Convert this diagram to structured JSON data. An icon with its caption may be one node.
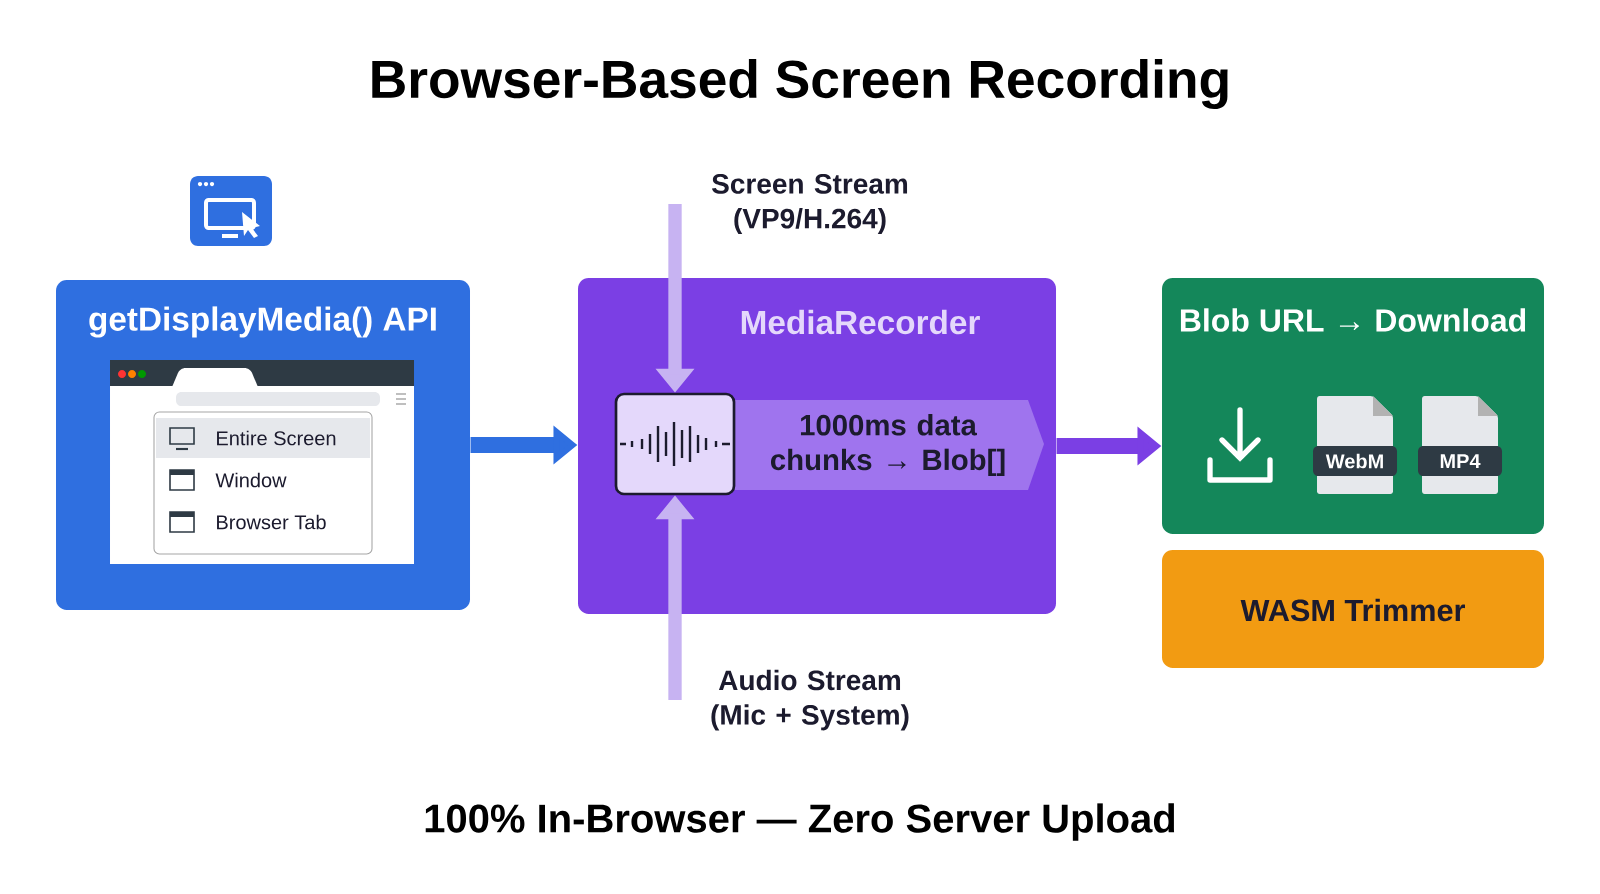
{
  "diagram": {
    "title": "Browser-Based Screen Recording",
    "caption": "100% In-Browser — Zero Server Upload",
    "nodes": [
      {
        "text": [
          "getDisplayMedia() API"
        ]
      },
      {
        "text": [
          "Entire Screen",
          "Window",
          "Browser Tab"
        ],
        "in": 0
      },
      {
        "text": [
          "MediaRecorder"
        ]
      },
      {
        "text": [],
        "shape": "box",
        "in": 2
      },
      {
        "text": [
          "1000ms data chunks → Blob[]"
        ],
        "in": 2
      },
      {
        "text": [
          "Screen Stream (VP9/H.264)"
        ]
      },
      {
        "text": [
          "Audio Stream (Mic + System)"
        ]
      },
      {
        "text": [
          "Blob URL → Download"
        ]
      },
      {
        "text": [
          "WebM"
        ],
        "in": 7
      },
      {
        "text": [
          "MP4"
        ],
        "in": 7
      },
      {
        "text": [
          "WASM Trimmer"
        ]
      }
    ],
    "edges": [
      {
        "from": 0,
        "to": 2,
        "arrow": "to",
        "color": "#2f6fe0"
      },
      {
        "from": 5,
        "to": 3,
        "arrow": "to",
        "color": "#c7b3f2"
      },
      {
        "from": 6,
        "to": 3,
        "arrow": "to",
        "color": "#c7b3f2"
      },
      {
        "from": 2,
        "to": 7,
        "arrow": "to",
        "color": "#7b3fe4"
      }
    ]
  }
}
